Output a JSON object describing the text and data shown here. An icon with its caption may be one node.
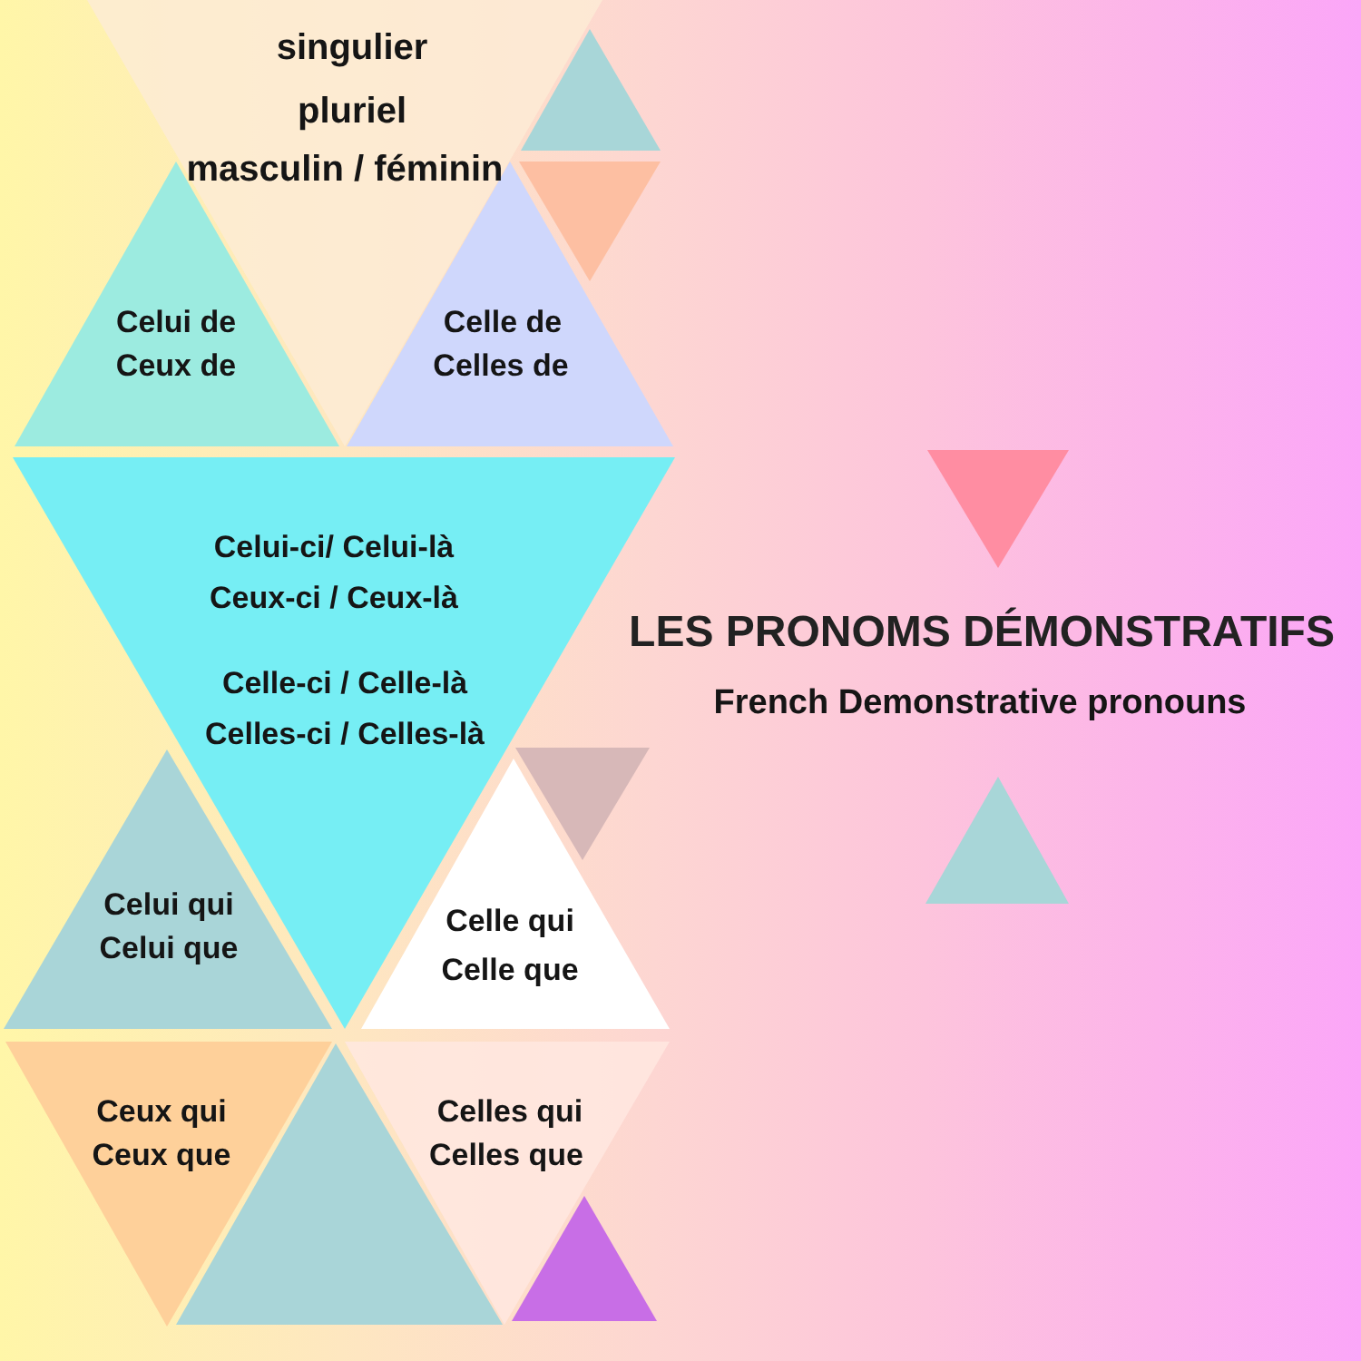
{
  "diagram": {
    "title": "LES PRONOMS DÉMONSTRATIFS",
    "nodes": [
      {
        "text": [
          "singulier",
          "pluriel",
          "masculin / féminin"
        ]
      },
      {
        "text": [
          "Celui de",
          "Ceux de"
        ]
      },
      {
        "text": [
          "Celle de",
          "Celles de"
        ]
      },
      {
        "text": [],
        "shape": "triangle"
      },
      {
        "text": [],
        "shape": "triangle"
      },
      {
        "text": [
          "Celui-ci/ Celui-là",
          "Ceux-ci / Ceux-là",
          "Celle-ci / Celle-là",
          "Celles-ci / Celles-là"
        ]
      },
      {
        "text": [],
        "shape": "triangle"
      },
      {
        "text": [],
        "shape": "triangle"
      },
      {
        "text": [],
        "shape": "triangle"
      },
      {
        "text": [
          "Celui qui",
          "Celui que"
        ]
      },
      {
        "text": [
          "Celle qui",
          "Celle que"
        ]
      },
      {
        "text": [
          "Ceux qui",
          "Ceux que"
        ]
      },
      {
        "text": [],
        "shape": "triangle"
      },
      {
        "text": [
          "Celles qui",
          "Celles que"
        ]
      },
      {
        "text": [],
        "shape": "triangle"
      }
    ],
    "labels": [
      "French Demonstrative pronouns"
    ]
  }
}
